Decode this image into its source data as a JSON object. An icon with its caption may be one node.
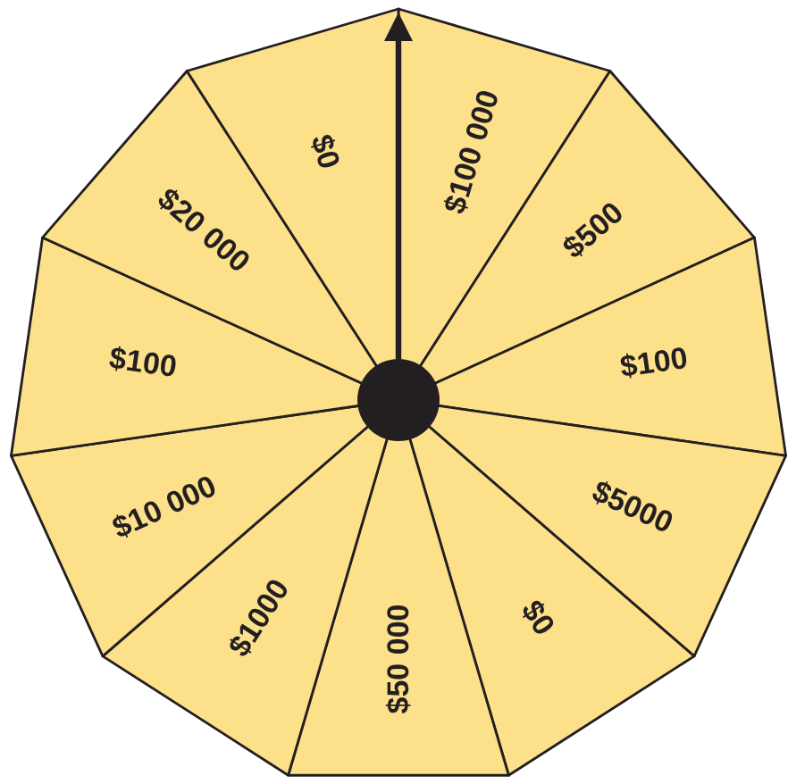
{
  "diagram": {
    "nodes": [
      {
        "text": [
          "$100 000"
        ]
      },
      {
        "text": [
          "$500"
        ]
      },
      {
        "text": [
          "$100"
        ]
      },
      {
        "text": [
          "$5000"
        ]
      },
      {
        "text": [
          "$0"
        ]
      },
      {
        "text": [
          "$50 000"
        ]
      },
      {
        "text": [
          "$1000"
        ]
      },
      {
        "text": [
          "$10 000"
        ]
      },
      {
        "text": [
          "$100"
        ]
      },
      {
        "text": [
          "$20 000"
        ]
      },
      {
        "text": [
          "$0"
        ]
      }
    ]
  }
}
